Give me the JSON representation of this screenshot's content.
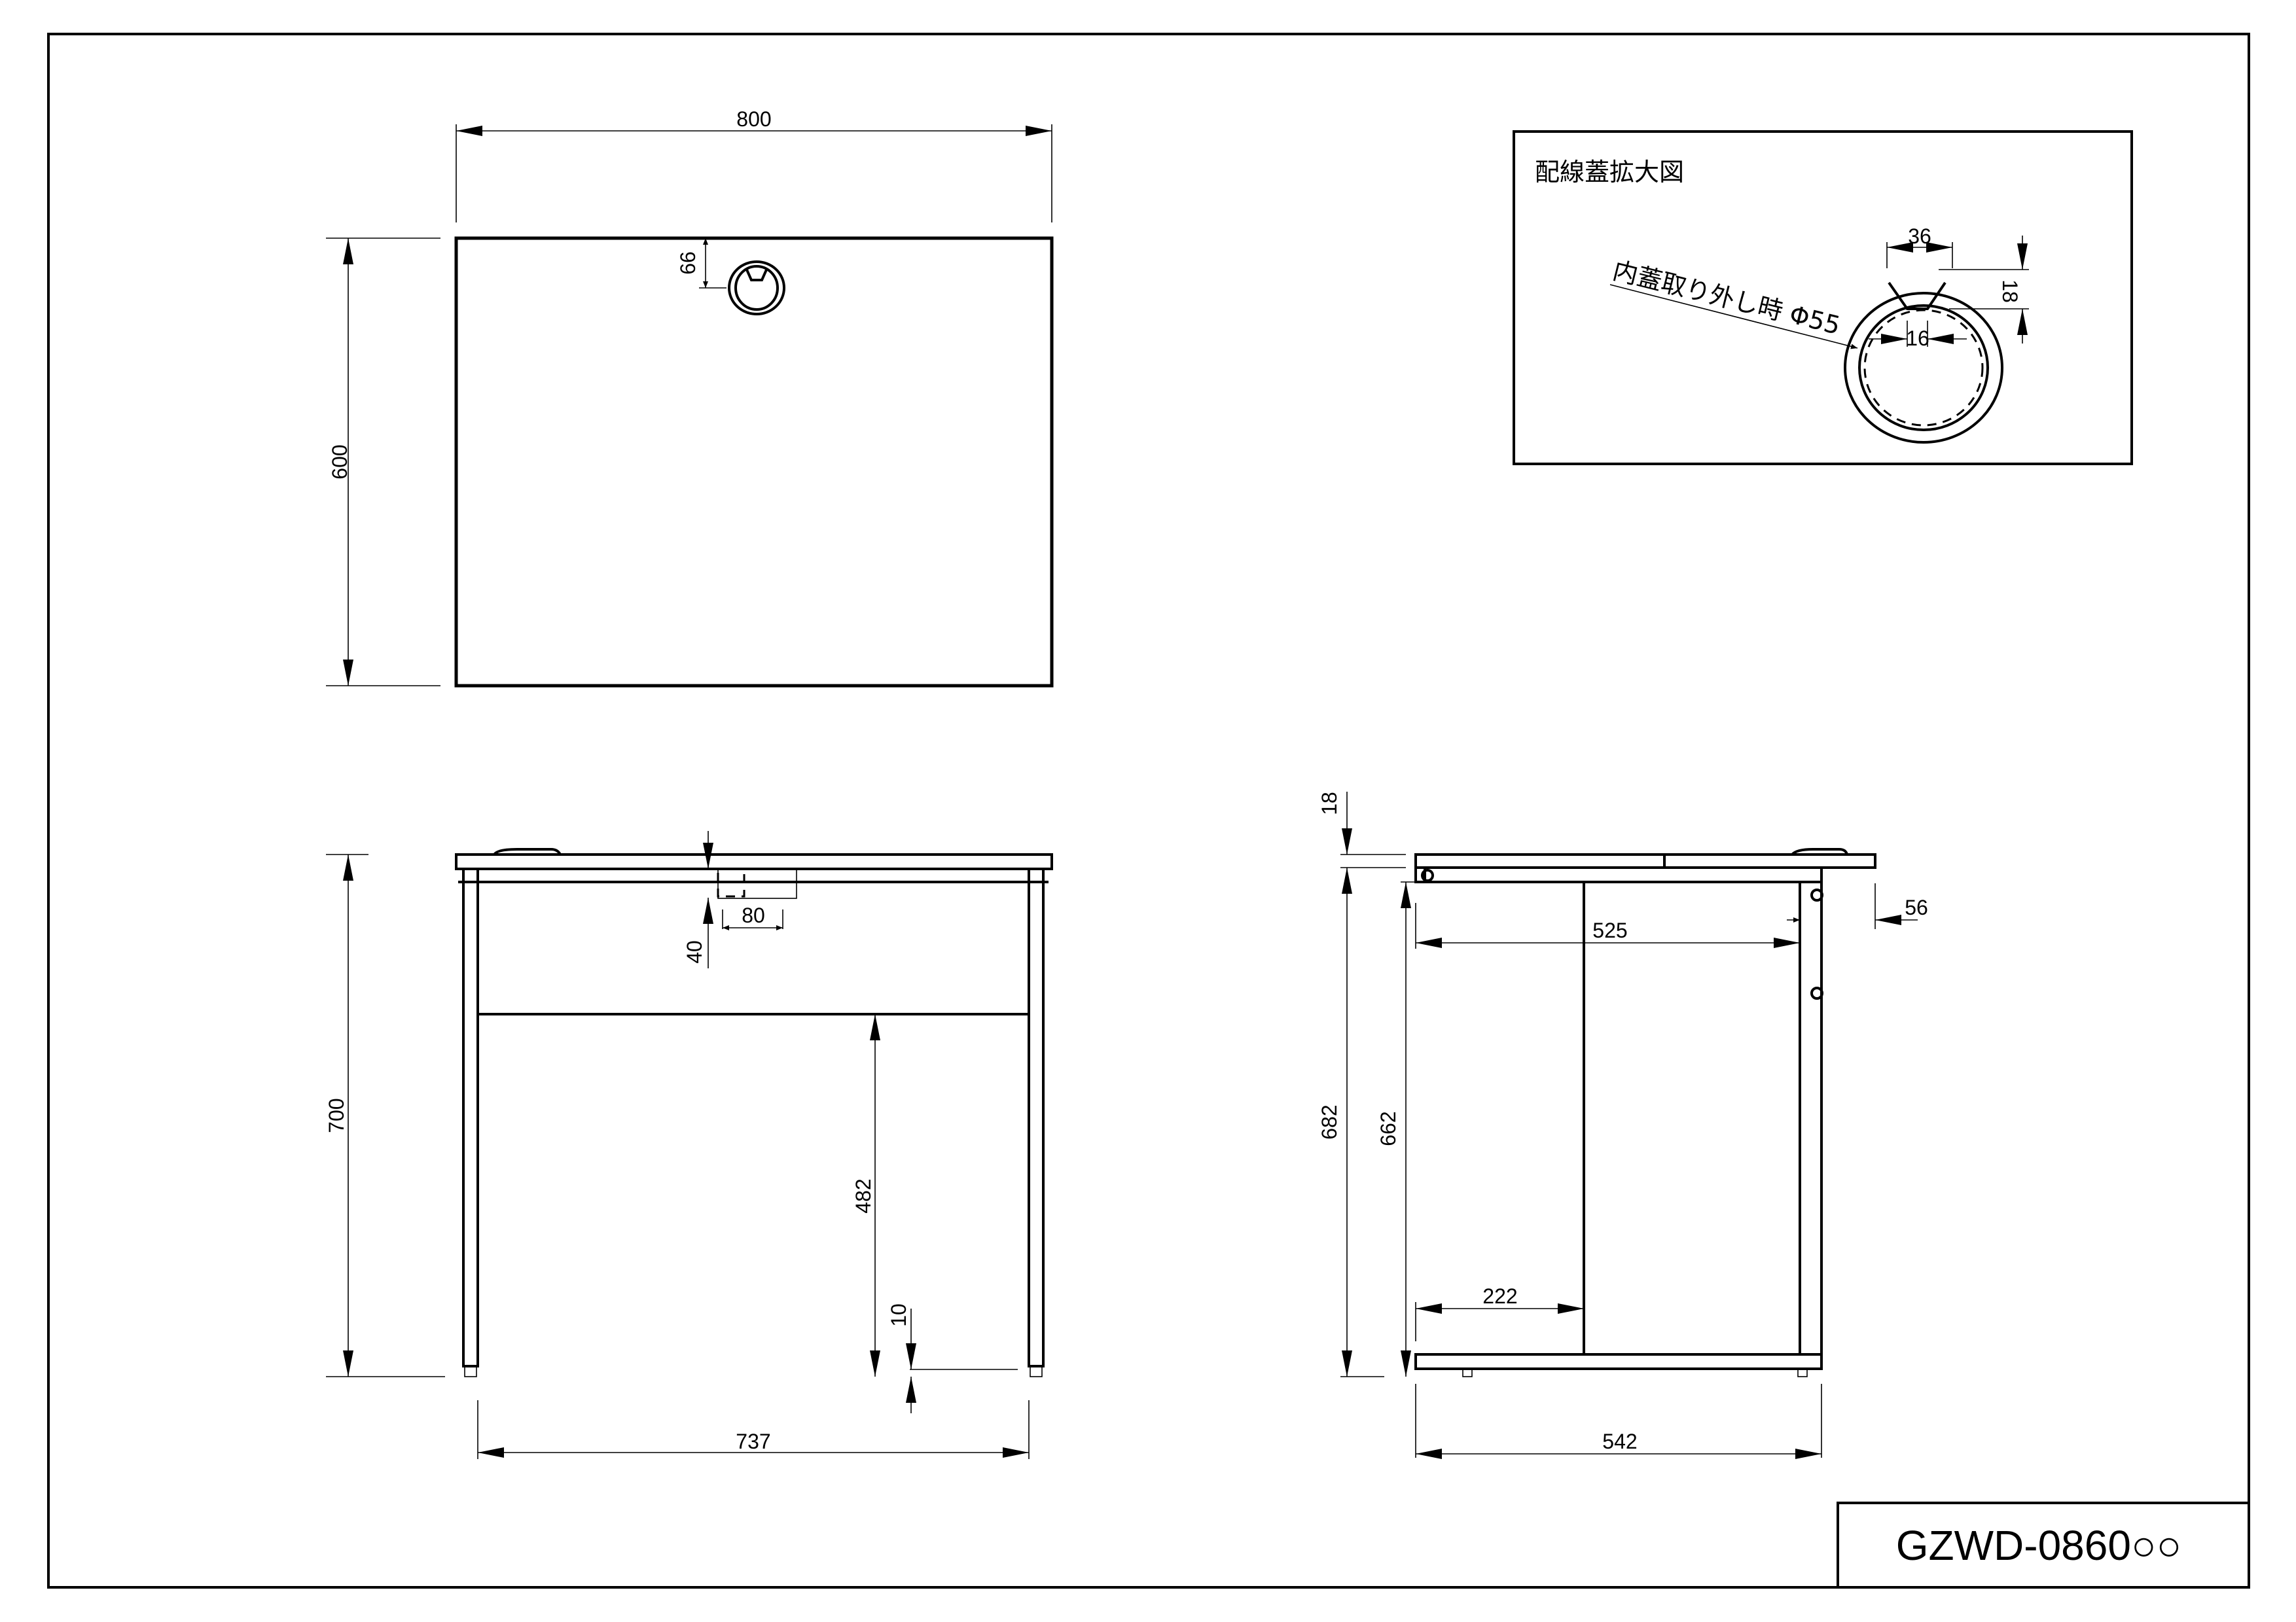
{
  "drawing": {
    "model_number": "GZWD-0860○○",
    "border_color": "#000000",
    "background_color": "#ffffff"
  },
  "top_view": {
    "width": "800",
    "depth": "600",
    "grommet_offset": "66"
  },
  "front_view": {
    "height": "700",
    "inner_width": "737",
    "grommet_width": "80",
    "grommet_depth": "40",
    "clearance_height": "482",
    "adjuster": "10"
  },
  "side_view": {
    "top_thickness": "18",
    "total_depth": "542",
    "frame_depth": "525",
    "leg_width": "56",
    "height_to_frame": "682",
    "inner_height": "662",
    "panel_offset": "222"
  },
  "detail": {
    "title": "配線蓋拡大図",
    "note": "内蓋取り外し時 Φ55",
    "slot_top": "36",
    "slot_bottom": "16",
    "slot_depth": "18"
  }
}
